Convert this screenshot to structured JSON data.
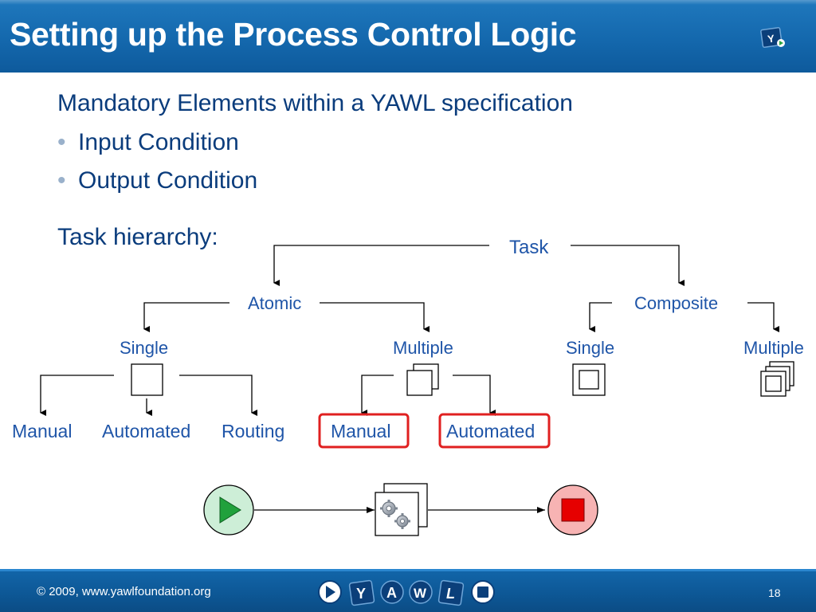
{
  "slide": {
    "title": "Setting up the Process Control Logic",
    "intro": "Mandatory Elements within a YAWL specification",
    "bullets": [
      "Input Condition",
      "Output Condition"
    ],
    "hierarchy_heading": "Task hierarchy:"
  },
  "hierarchy": {
    "root": "Task",
    "atomic": "Atomic",
    "composite": "Composite",
    "atomic_single": "Single",
    "atomic_multiple": "Multiple",
    "composite_single": "Single",
    "composite_multiple": "Multiple",
    "single_leaves": [
      "Manual",
      "Automated",
      "Routing"
    ],
    "multiple_leaves": [
      "Manual",
      "Automated"
    ]
  },
  "footer": {
    "copyright": "© 2009, www.yawlfoundation.org",
    "page_number": "18",
    "logo_letters": [
      "Y",
      "A",
      "W",
      "L"
    ]
  },
  "colors": {
    "header_blue": "#1468ad",
    "text_navy": "#0a3c7c",
    "label_blue": "#1f55a8",
    "highlight_red": "#e02020",
    "start_green": "#cdeed7",
    "end_red": "#f7b3b3"
  }
}
